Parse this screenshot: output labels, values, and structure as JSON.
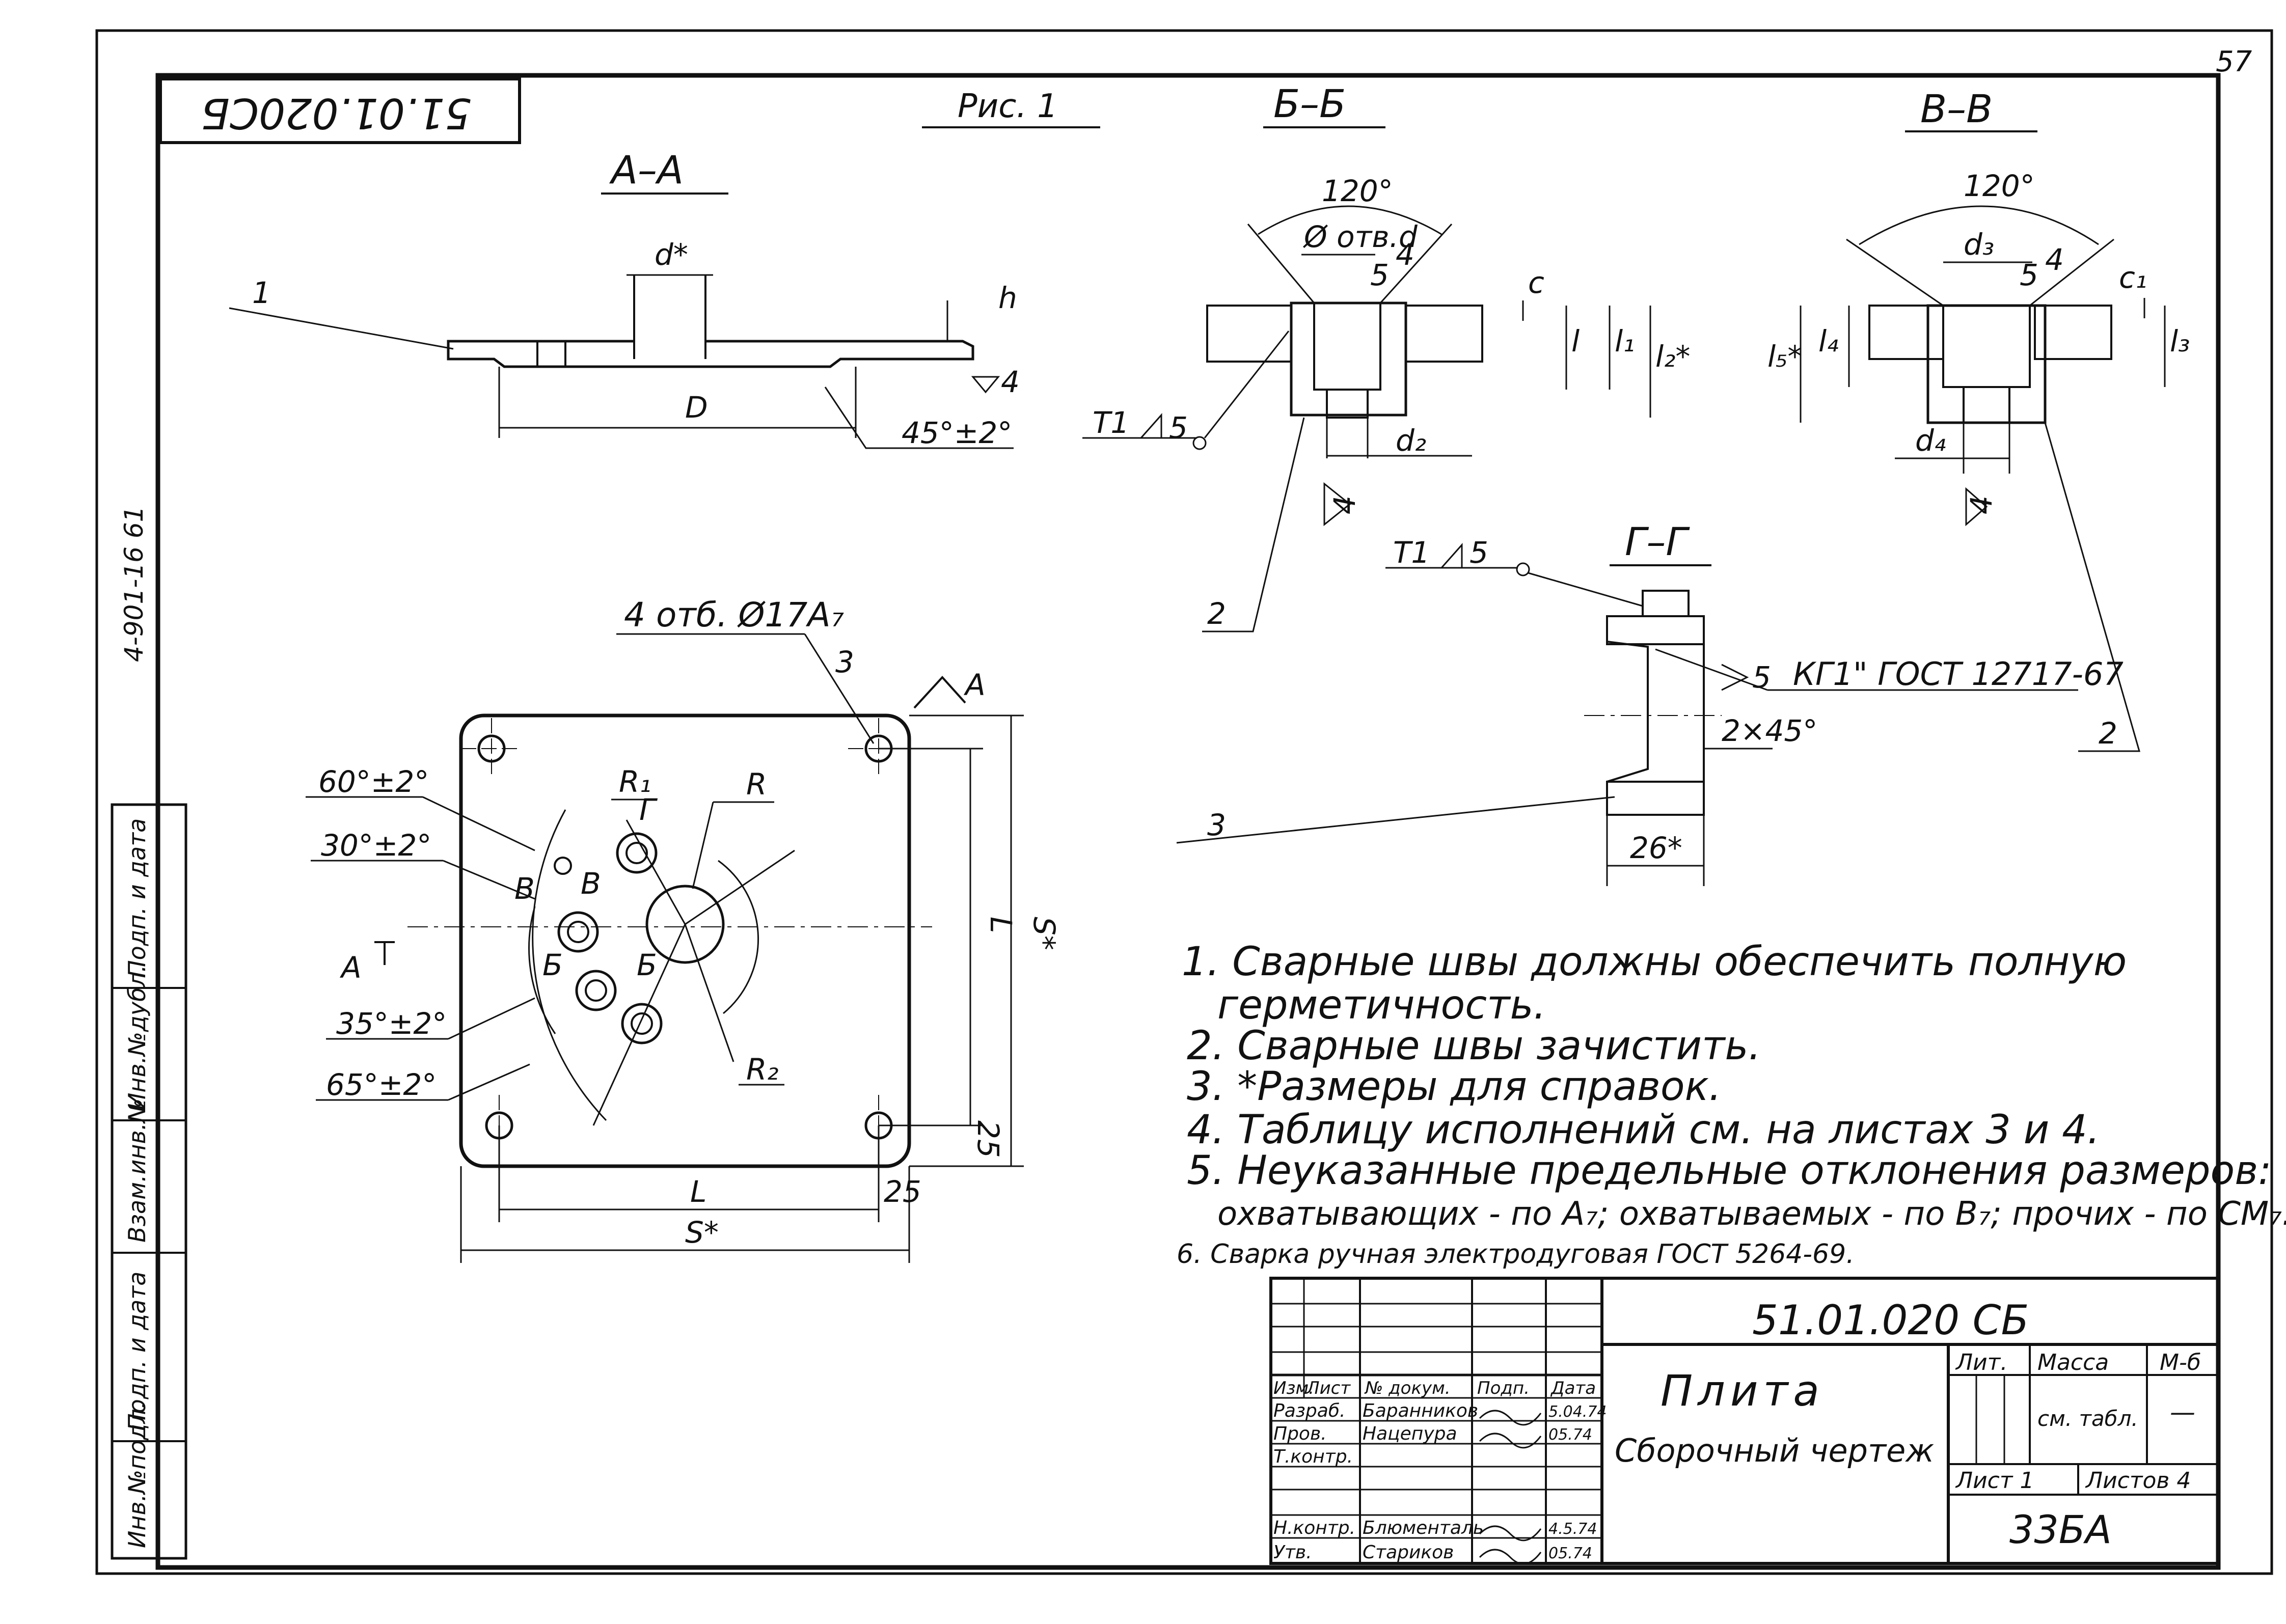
{
  "sheet": {
    "page_number": "57",
    "stamp_code_mirrored": "51.01.020СБ",
    "side_code": "4-901-16 61",
    "figure_caption": "Рис. 1"
  },
  "sections": {
    "aa": "А–А",
    "bb": "Б–Б",
    "vv": "В–В",
    "gg": "Г–Г"
  },
  "view_aa": {
    "d_star": "d*",
    "D": "D",
    "h": "h",
    "chamfer": "45°±2°",
    "rough": "4",
    "leader": "1"
  },
  "view_bb": {
    "angle": "120°",
    "hole_label": "Ø отв.d",
    "rough5": "5",
    "rough4": "4",
    "c": "c",
    "l": "l",
    "l1": "l₁",
    "l2": "l₂*",
    "d2": "d₂",
    "weld": "Т1",
    "weld_leg": "5",
    "rough_bottom": "4",
    "leader": "2"
  },
  "view_vv": {
    "angle": "120°",
    "d3": "d₃",
    "rough5": "5",
    "rough4": "4",
    "c1": "c₁",
    "l5": "l₅*",
    "l4": "l₄",
    "l3": "l₃",
    "d4": "d₄",
    "rough_bottom": "4",
    "leader": "2"
  },
  "view_gg": {
    "weld": "Т1",
    "weld_leg": "5",
    "rough": "5",
    "thread": "КГ1\" ГОСТ 12717-67",
    "chamfer": "2×45°",
    "width": "26*",
    "leader3": "3",
    "leader2": "2"
  },
  "plan_view": {
    "holes_note": "4 отб. Ø17А₇",
    "rough_holes": "3",
    "angle1": "60°±2°",
    "angle2": "30°±2°",
    "angle3": "35°±2°",
    "angle4": "65°±2°",
    "R": "R",
    "R1": "R₁",
    "R2": "R₂",
    "L_vert": "L",
    "S_vert": "S*",
    "L_horiz": "L",
    "S_horiz": "S*",
    "dim25a": "25",
    "dim25b": "25",
    "cut_A": "А",
    "cut_A2": "А",
    "cut_B": "Б",
    "cut_B2": "Б",
    "cut_V": "В",
    "cut_V2": "В",
    "cut_G": "Г"
  },
  "notes": [
    "1. Сварные швы должны обеспечить полную",
    "герметичность.",
    "2. Сварные швы зачистить.",
    "3. *Размеры для справок.",
    "4. Таблицу исполнений см. на листах 3 и 4.",
    "5. Неуказанные предельные отклонения размеров:",
    "охватывающих - по А₇; охватываемых - по В₇; прочих - по СМ₇.",
    "6. Сварка ручная электродуговая ГОСТ 5264-69."
  ],
  "side_strip": [
    "Инв.№подл.",
    "Подп. и дата",
    "Взам.инв.№",
    "Инв.№дубл.",
    "Подп. и дата"
  ],
  "title_block": {
    "doc_code": "51.01.020 СБ",
    "name": "Плита",
    "subtitle": "Сборочный чертеж",
    "col_lit": "Лит.",
    "col_mass": "Масса",
    "col_scale": "М-б",
    "mass_value": "см. табл.",
    "scale_value": "—",
    "sheet": "Лист 1",
    "sheets": "Листов 4",
    "org": "33БА",
    "header": [
      "Изм.",
      "Лист",
      "№ докум.",
      "Подп.",
      "Дата"
    ],
    "rows": [
      {
        "role": "Разраб.",
        "name": "Баранников",
        "date": "5.04.74"
      },
      {
        "role": "Пров.",
        "name": "Нацепура",
        "date": "05.74"
      },
      {
        "role": "Т.контр.",
        "name": "",
        "date": ""
      },
      {
        "role": "Н.контр.",
        "name": "Блюменталь",
        "date": "4.5.74"
      },
      {
        "role": "Утв.",
        "name": "Стариков",
        "date": "05.74"
      }
    ]
  }
}
